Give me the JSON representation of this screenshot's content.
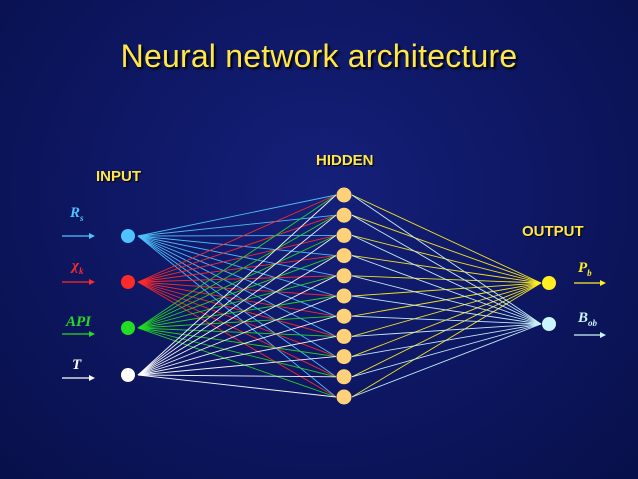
{
  "title": "Neural network architecture",
  "layers": {
    "input_label": "INPUT",
    "hidden_label": "HIDDEN",
    "output_label": "OUTPUT"
  },
  "inputs": [
    {
      "symbol": "R",
      "sub": "s",
      "color": "#4fc3ff"
    },
    {
      "symbol": "χ",
      "sub": "k",
      "color": "#ff2a2a"
    },
    {
      "symbol": "API",
      "sub": "",
      "color": "#22dd22"
    },
    {
      "symbol": "T",
      "sub": "",
      "color": "#ffffff"
    }
  ],
  "outputs": [
    {
      "symbol": "P",
      "sub": "b",
      "color": "#ffee22"
    },
    {
      "symbol": "B",
      "sub": "ob",
      "color": "#ccf6ff"
    }
  ],
  "hidden_count": 11,
  "colors": {
    "title": "#ffe74a",
    "hidden_node": "#ffd27a",
    "background": "#0d1660"
  }
}
